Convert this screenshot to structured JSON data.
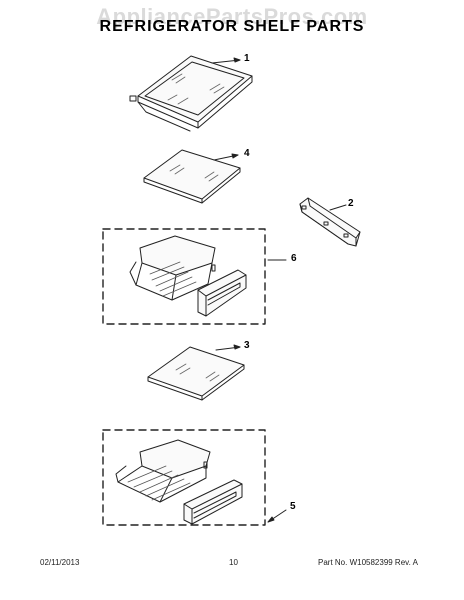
{
  "header": {
    "watermark": "AppliancePartsPros.com",
    "title": "REFRIGERATOR SHELF PARTS"
  },
  "callouts": {
    "shelf_frame": "1",
    "bracket": "2",
    "glass_shelf_lower": "3",
    "glass_shelf_upper": "4",
    "lower_drawer_group": "5",
    "upper_drawer_group": "6"
  },
  "footer": {
    "date": "02/11/2013",
    "page": "10",
    "part_no": "Part No. W10582399  Rev. A"
  },
  "colors": {
    "line": "#222222",
    "watermark": "#969696"
  }
}
